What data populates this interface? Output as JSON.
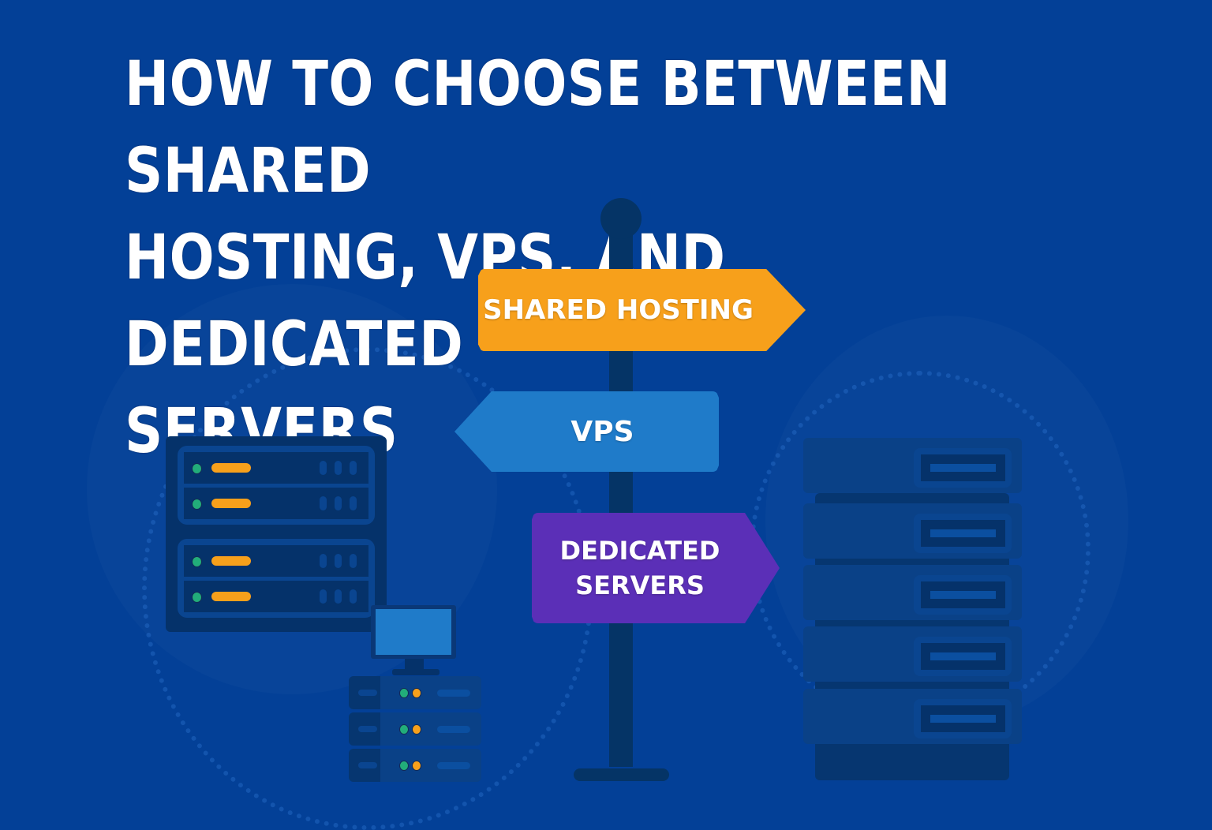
{
  "title": "HOW TO CHOOSE BETWEEN SHARED HOSTING, VPS, AND DEDICATED SERVERS",
  "title_lines": [
    "HOW TO CHOOSE BETWEEN SHARED",
    "HOSTING, VPS, AND DEDICATED",
    "SERVERS"
  ],
  "signpost": {
    "signs": [
      {
        "label": "SHARED HOSTING",
        "direction": "right",
        "color": "#f7a01b"
      },
      {
        "label": "VPS",
        "direction": "left",
        "color": "#1f7bc9"
      },
      {
        "label_lines": [
          "DEDICATED",
          "SERVERS"
        ],
        "direction": "right",
        "color": "#5b2fb7"
      }
    ]
  },
  "illustrations": {
    "left_rack": {
      "icon": "server-rack-icon",
      "units": 4
    },
    "small_stack": {
      "icon": "desktop-server-icon",
      "units": 3
    },
    "right_tower": {
      "icon": "server-tower-icon",
      "units": 5
    }
  },
  "colors": {
    "background": "#034097",
    "accent_orange": "#f7a01b",
    "accent_blue": "#1f7bc9",
    "accent_purple": "#5b2fb7",
    "led_green": "#22ad7a"
  }
}
